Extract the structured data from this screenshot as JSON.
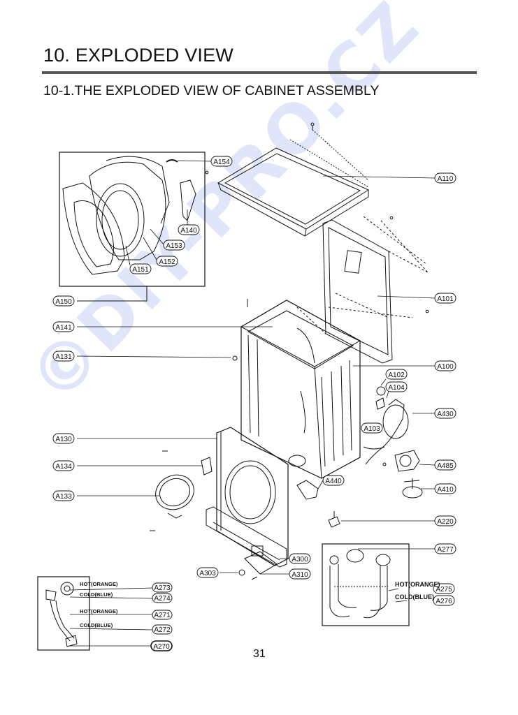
{
  "heading": {
    "title": "10. EXPLODED VIEW",
    "subtitle": "10-1.THE EXPLODED VIEW OF CABINET ASSEMBLY"
  },
  "watermark": "©DIY-PRO.CZ",
  "page_number": "31",
  "part_labels": {
    "A154": "A154",
    "A110": "A110",
    "A140": "A140",
    "A153": "A153",
    "A152": "A152",
    "A151": "A151",
    "A150": "A150",
    "A101": "A101",
    "A141": "A141",
    "A131": "A131",
    "A100": "A100",
    "A102": "A102",
    "A104": "A104",
    "A430": "A430",
    "A103": "A103",
    "A130": "A130",
    "A485": "A485",
    "A134": "A134",
    "A440": "A440",
    "A410": "A410",
    "A133": "A133",
    "A220": "A220",
    "A277": "A277",
    "A300": "A300",
    "A303": "A303",
    "A310": "A310",
    "A275": "A275",
    "A276": "A276",
    "A273": "A273",
    "A274": "A274",
    "A271": "A271",
    "A272": "A272",
    "A270": "A270"
  },
  "hose_notes": {
    "hot_orange": "HOT(ORANGE)",
    "cold_blue": "COLD(BLUE)"
  }
}
